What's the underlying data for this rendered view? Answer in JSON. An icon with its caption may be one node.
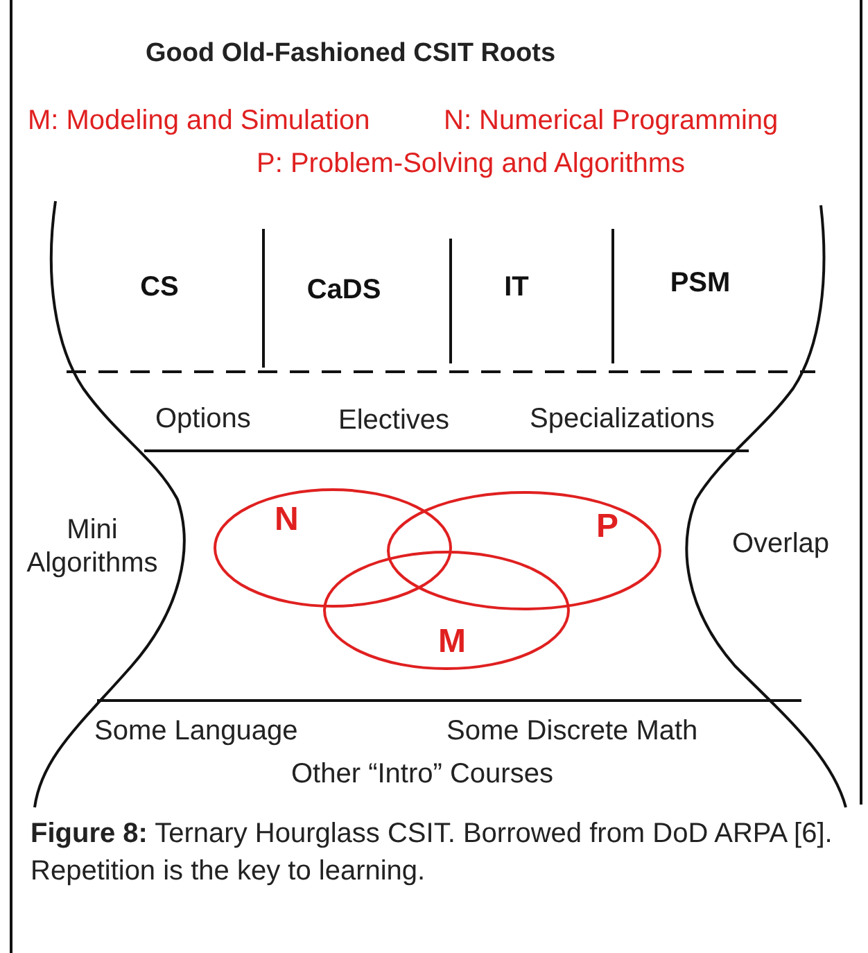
{
  "diagram": {
    "title": "Good Old-Fashioned CSIT Roots",
    "caption": "**Figure 8:** Ternary Hourglass CSIT.  Borrowed from DoD ARPA [6]. Repetition is the key to learning.",
    "nodes": [
      {
        "text": [
          "CS"
        ]
      },
      {
        "text": [
          "CaDS"
        ]
      },
      {
        "text": [
          "IT"
        ]
      },
      {
        "text": [
          "PSM"
        ]
      },
      {
        "text": [
          "N"
        ]
      },
      {
        "text": [
          "P"
        ]
      },
      {
        "text": [
          "M"
        ]
      }
    ],
    "labels": [
      "M: Modeling and Simulation",
      "N: Numerical Programming",
      "P: Problem-Solving and Algorithms",
      "Options",
      "Electives",
      "Specializations",
      "Mini Algorithms",
      "Overlap",
      "Some Language",
      "Some Discrete Math",
      "Other “Intro” Courses"
    ]
  }
}
